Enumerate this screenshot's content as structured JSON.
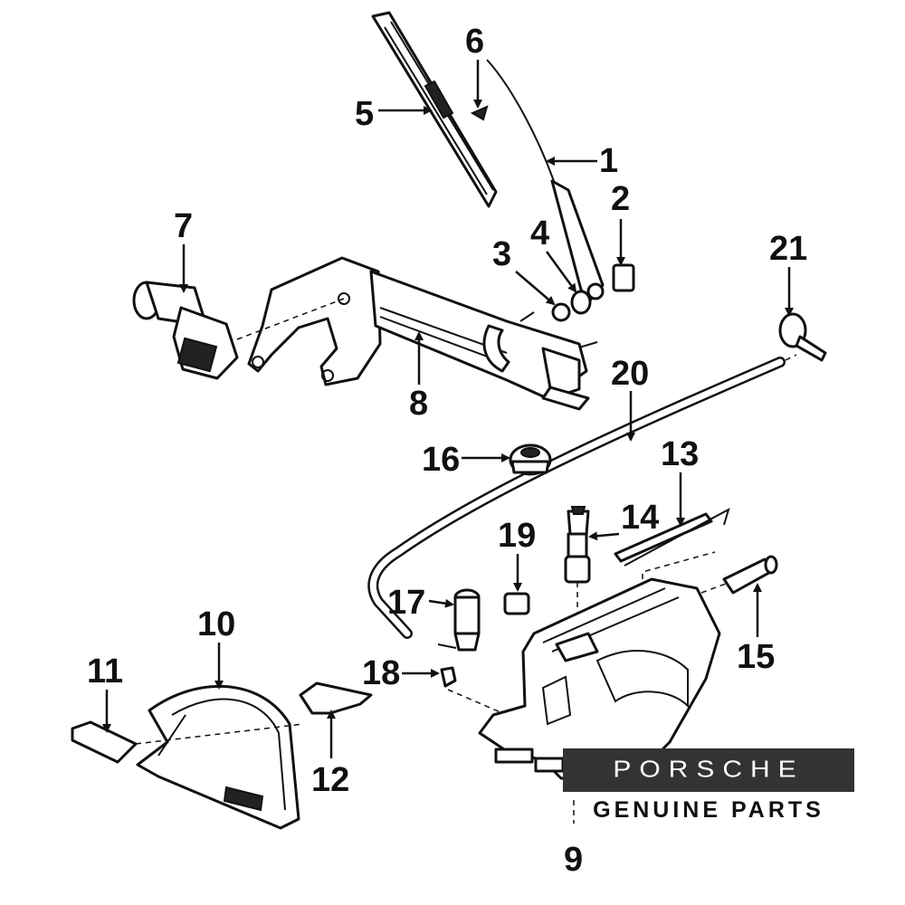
{
  "diagram": {
    "part_numbers": [
      "1",
      "2",
      "3",
      "4",
      "5",
      "6",
      "7",
      "8",
      "9",
      "10",
      "11",
      "12",
      "13",
      "14",
      "15",
      "16",
      "17",
      "18",
      "19",
      "20",
      "21"
    ]
  },
  "badge": {
    "brand": "PORSCHE",
    "tagline": "GENUINE PARTS"
  }
}
